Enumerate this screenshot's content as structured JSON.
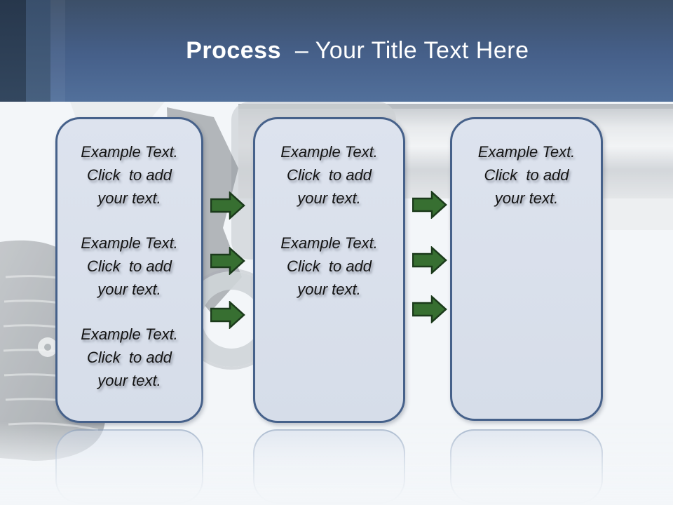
{
  "slide": {
    "header": {
      "title_bold": "Process",
      "title_separator": "  – ",
      "title_rest": "Your Title Text Here"
    },
    "process": {
      "boxes": [
        {
          "paragraphs": [
            "Example Text.\nClick  to add\nyour text.",
            "Example Text.\nClick  to add\nyour text.",
            "Example Text.\nClick  to add\nyour text."
          ]
        },
        {
          "paragraphs": [
            "Example Text.\nClick  to add\nyour text.",
            "Example Text.\nClick  to add\nyour text."
          ]
        },
        {
          "paragraphs": [
            "Example Text.\nClick  to add\nyour text."
          ]
        }
      ]
    },
    "icons": {
      "arrow": "right-arrow-icon",
      "background": "revolver-photo-watermark"
    },
    "colors": {
      "header_top": "#3c4f68",
      "header_bottom": "#52709b",
      "header_stripe_dark": "#27374c",
      "header_stripe_mid": "#394f6c",
      "title_text": "#ffffff",
      "content_bg": "#f3f6f9",
      "box_fill": "#d8dfea",
      "box_border": "#46618a",
      "arrow_fill": "#376f31",
      "arrow_border": "#1b3a1b"
    }
  }
}
